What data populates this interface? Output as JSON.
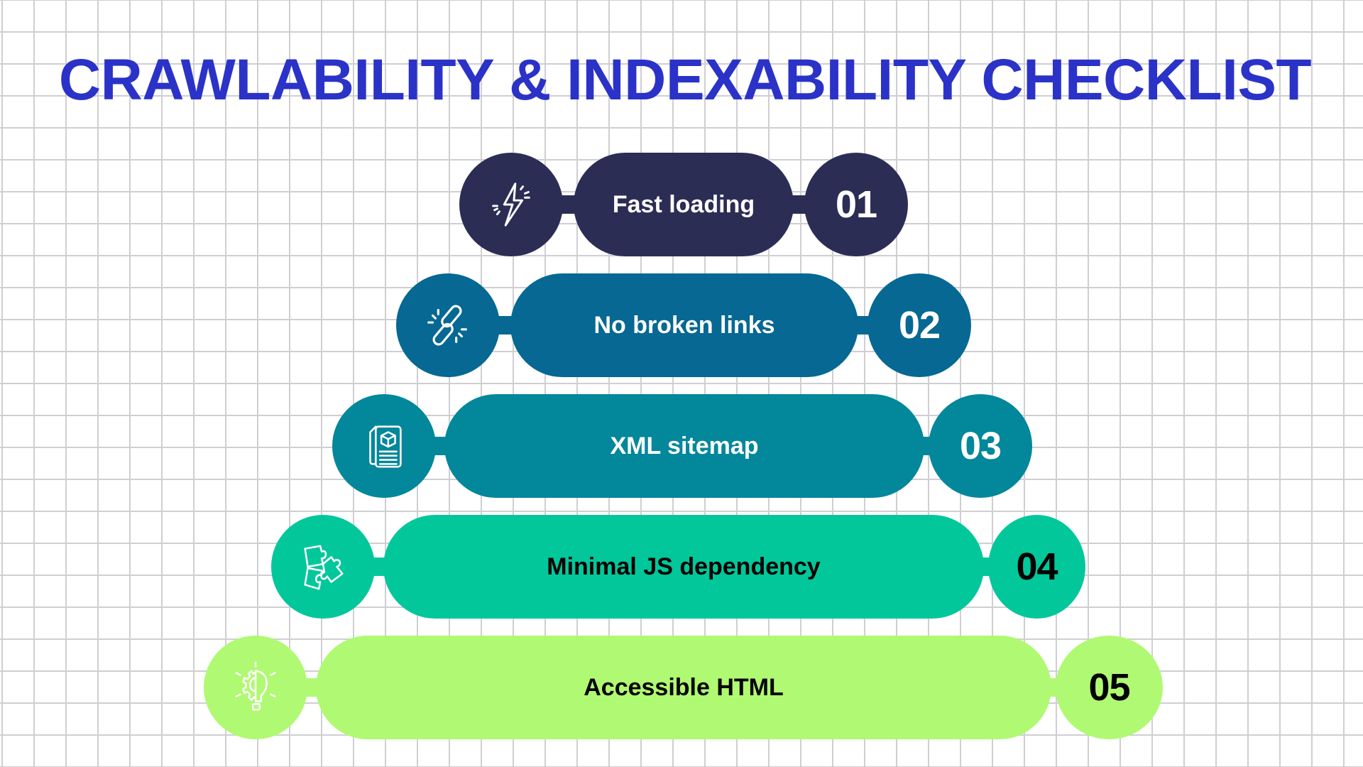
{
  "title": "CRAWLABILITY & INDEXABILITY CHECKLIST",
  "colors": {
    "title": "#2b32c8",
    "grid": "#cfcfd3",
    "background": "#ffffff"
  },
  "items": [
    {
      "number": "01",
      "label": "Fast loading",
      "icon": "lightning-bolt-icon",
      "color": "#2b2d55",
      "text_color": "#ffffff"
    },
    {
      "number": "02",
      "label": "No broken links",
      "icon": "broken-chain-link-icon",
      "color": "#066893",
      "text_color": "#ffffff"
    },
    {
      "number": "03",
      "label": "XML sitemap",
      "icon": "document-package-icon",
      "color": "#02879b",
      "text_color": "#ffffff"
    },
    {
      "number": "04",
      "label": "Minimal JS dependency",
      "icon": "puzzle-pieces-icon",
      "color": "#02c79b",
      "text_color": "#000000"
    },
    {
      "number": "05",
      "label": "Accessible HTML",
      "icon": "lightbulb-gear-icon",
      "color": "#b0f972",
      "text_color": "#000000"
    }
  ]
}
